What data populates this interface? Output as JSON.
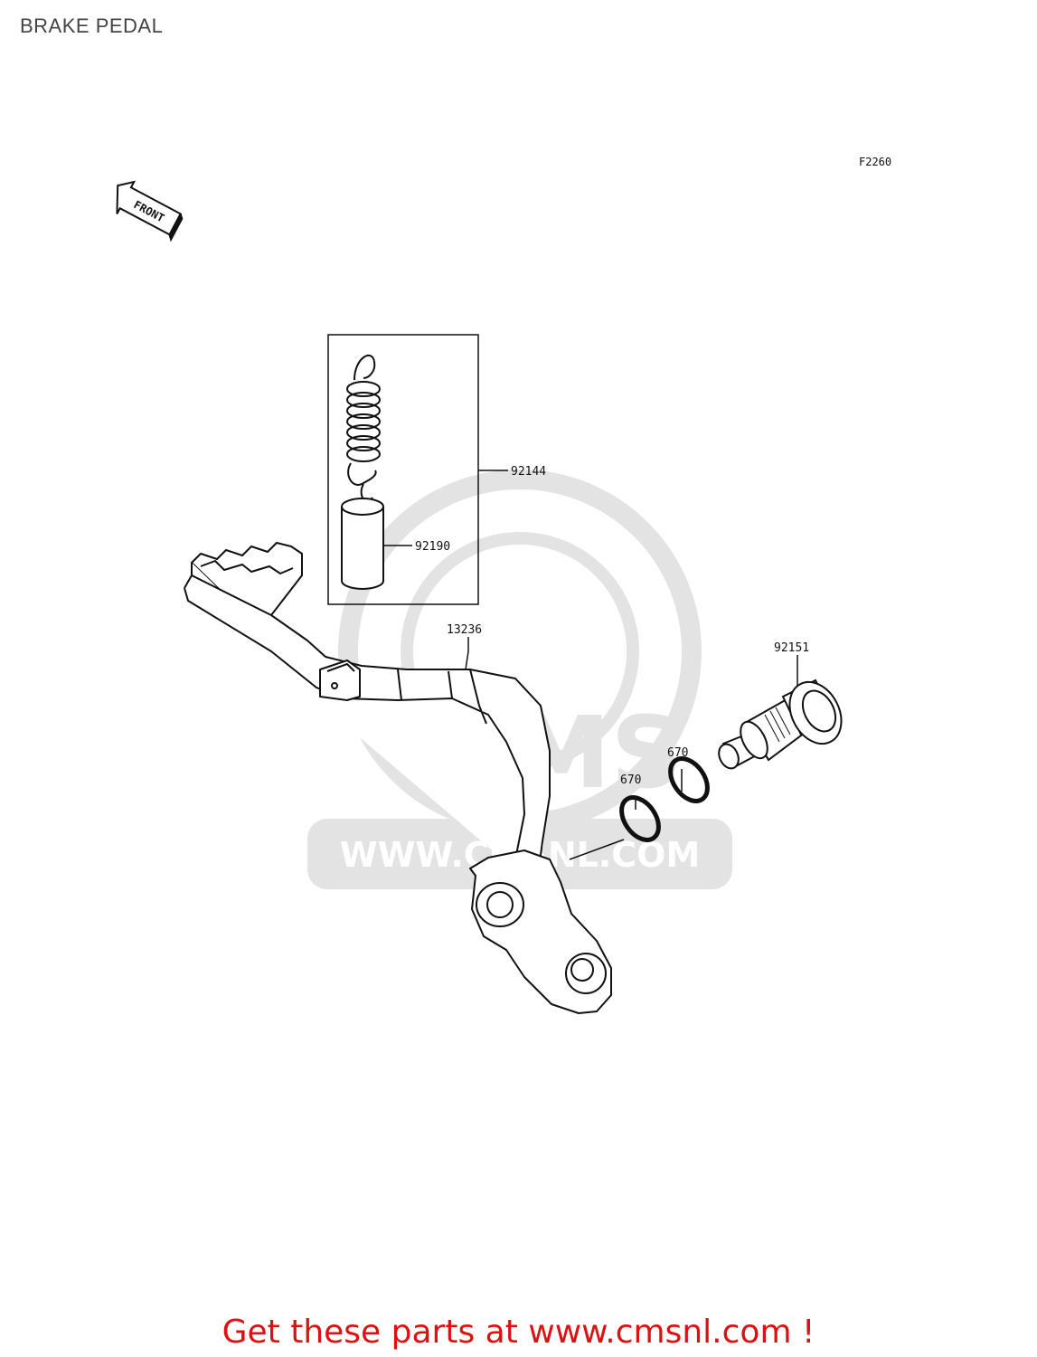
{
  "title": "BRAKE PEDAL",
  "figure_code": "F2260",
  "front_indicator": "FRONT",
  "parts": [
    {
      "number": "92144",
      "name": "spring-set"
    },
    {
      "number": "92190",
      "name": "collar"
    },
    {
      "number": "13236",
      "name": "brake-pedal"
    },
    {
      "number": "92151",
      "name": "pivot-bolt"
    },
    {
      "number": "670",
      "name": "o-ring-left"
    },
    {
      "number": "670",
      "name": "o-ring-right"
    }
  ],
  "watermark": {
    "brand": "CMS",
    "url": "WWW.CMSNL.COM"
  },
  "cta": "Get these parts at www.cmsnl.com !",
  "colors": {
    "cta": "#dd1111",
    "watermark": "#e3e3e3",
    "line": "#111111"
  }
}
